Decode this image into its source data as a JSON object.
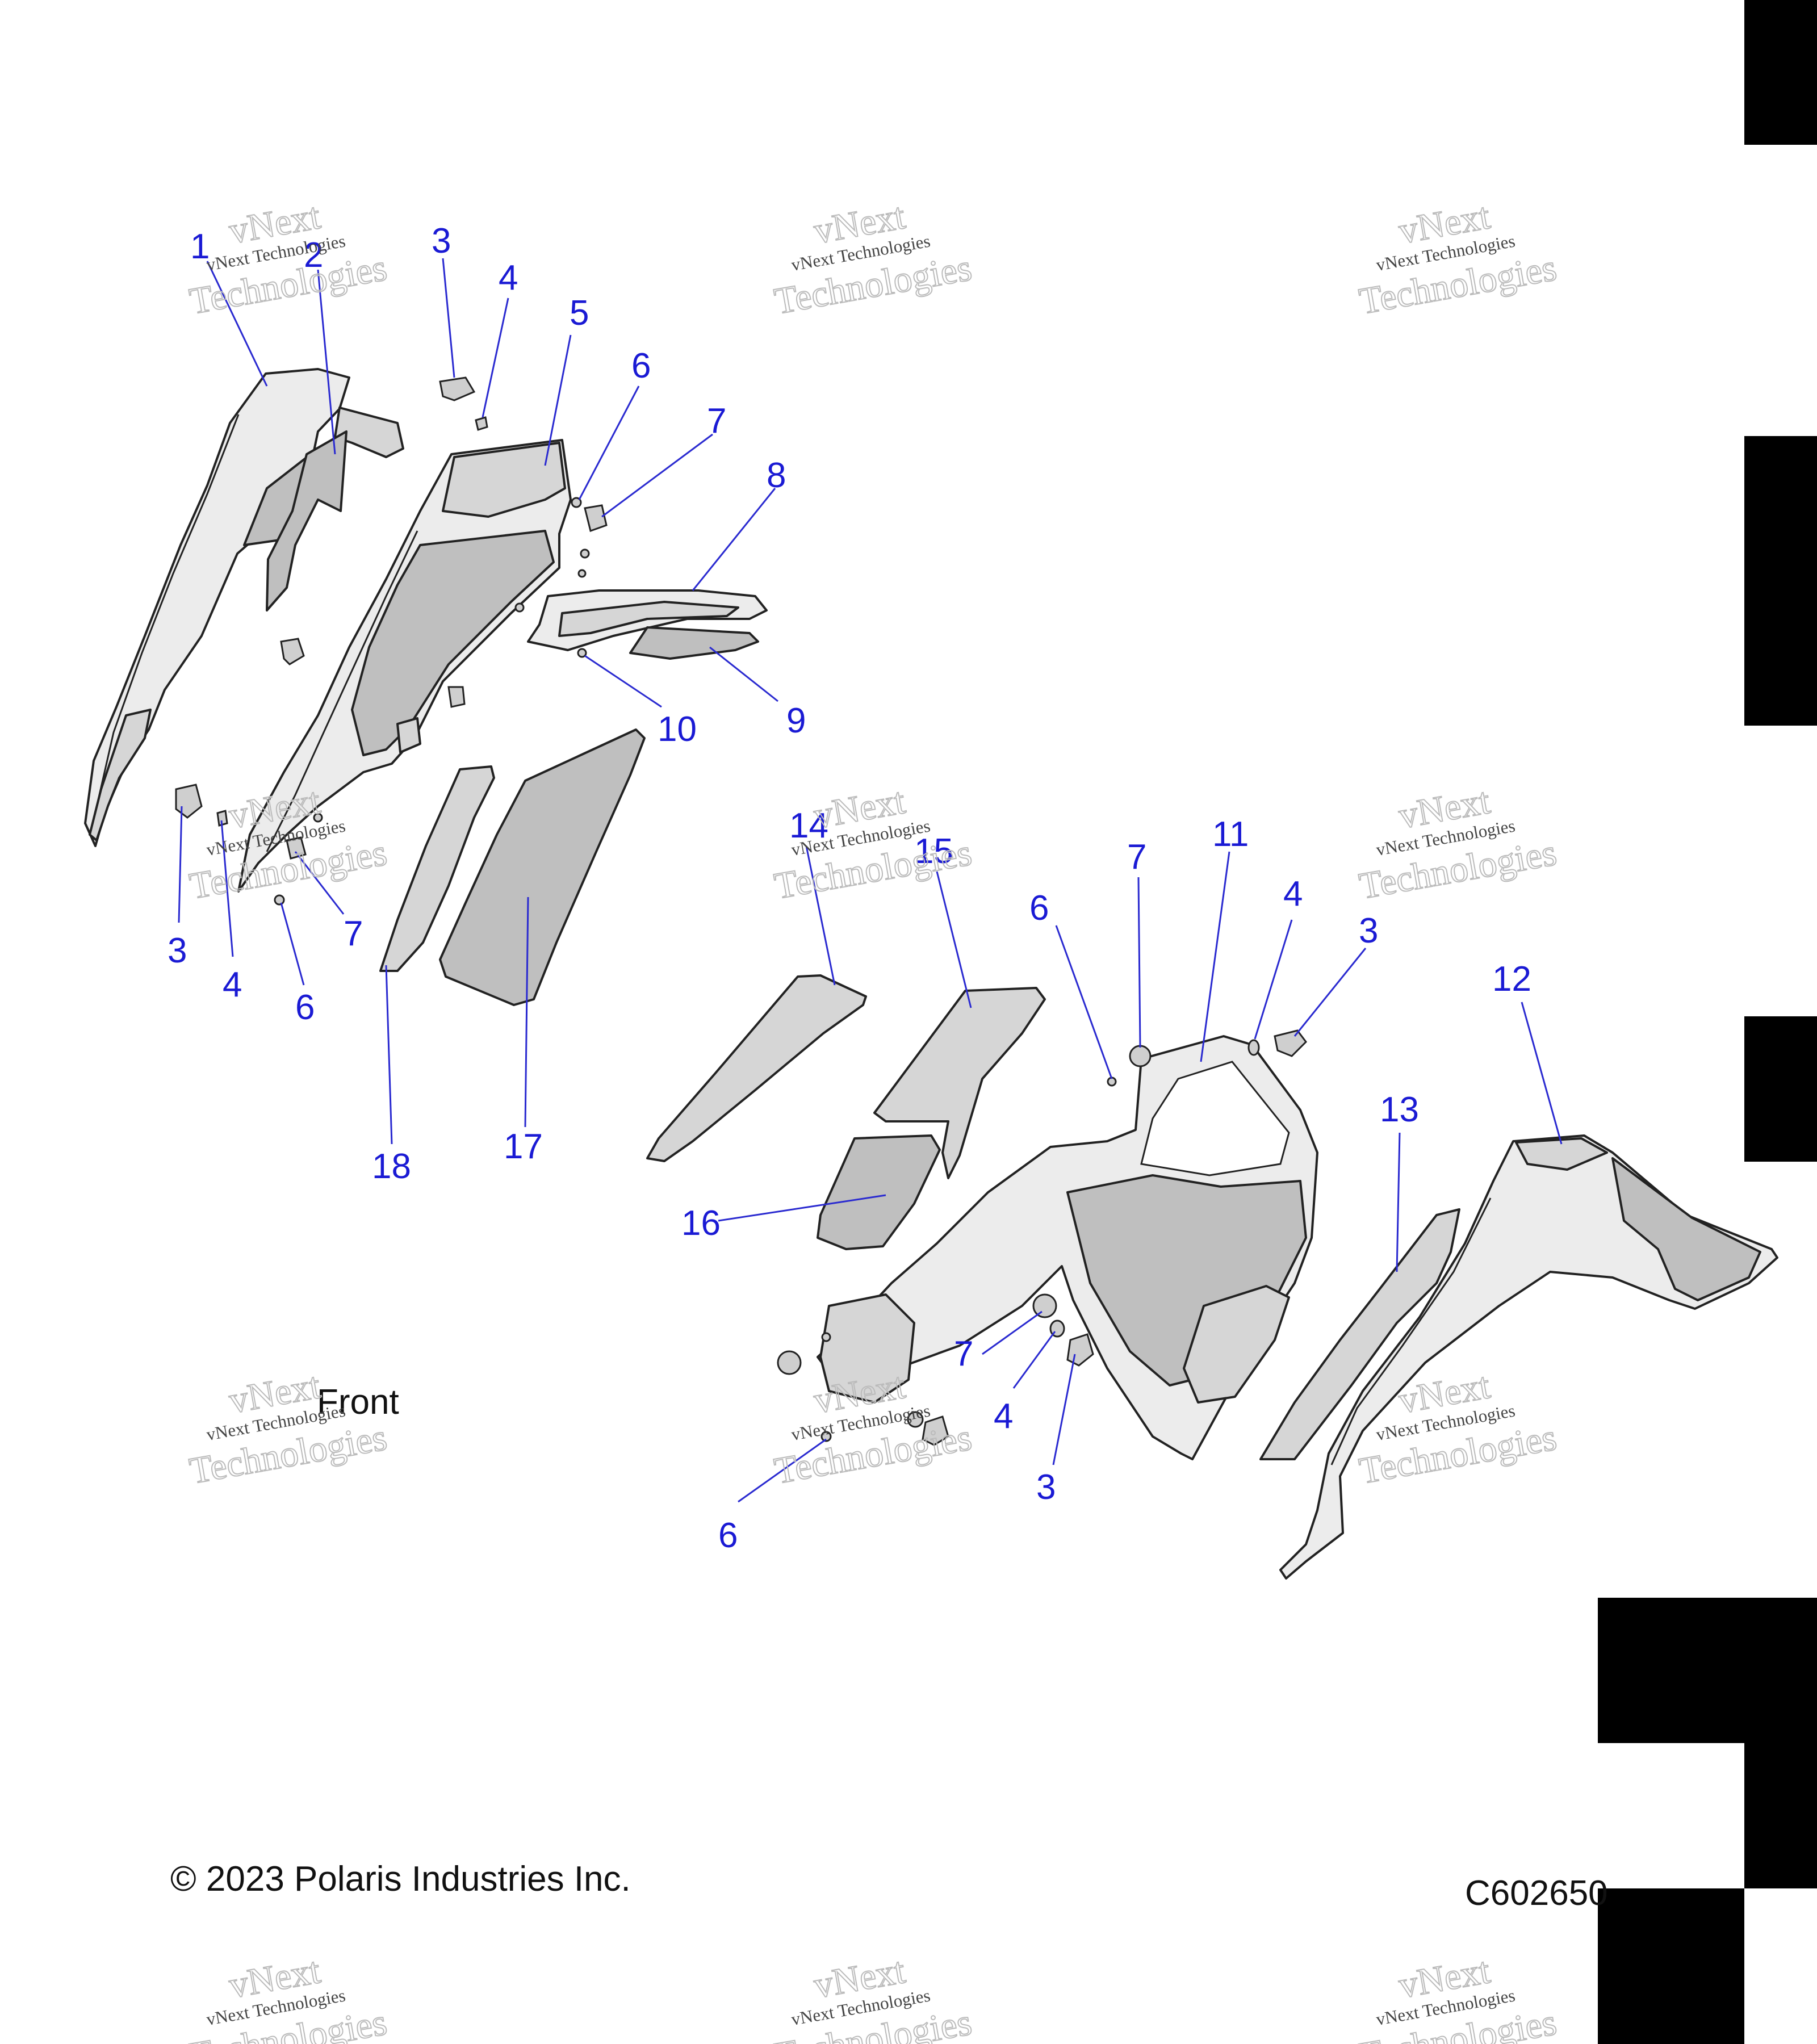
{
  "watermark": {
    "line1": "vNext",
    "line2": "vNext Technologies",
    "line3": "Technologies"
  },
  "callouts": [
    "1",
    "2",
    "3",
    "4",
    "5",
    "6",
    "7",
    "8",
    "9",
    "10",
    "11",
    "12",
    "13",
    "14",
    "15",
    "16",
    "17",
    "18"
  ],
  "front_label": "Front",
  "copyright": "© 2023 Polaris Industries Inc.",
  "figure_code": "C602650",
  "colors": {
    "callout": "#1a1ad4",
    "part_fill": "#ececec",
    "part_shade": "#bfbfbf",
    "tab": "#000000"
  }
}
